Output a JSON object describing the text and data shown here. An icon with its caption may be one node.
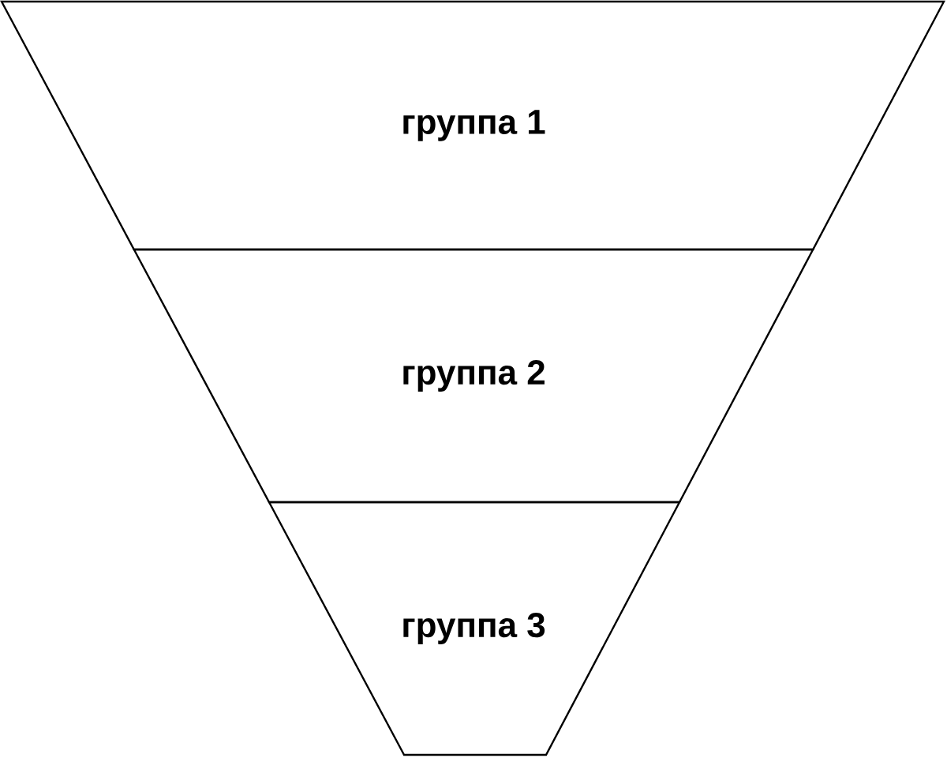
{
  "diagram": {
    "nodes": [
      {
        "text": [
          "группа 1"
        ]
      },
      {
        "text": [
          "группа 2"
        ]
      },
      {
        "text": [
          "группа 3"
        ]
      }
    ]
  }
}
